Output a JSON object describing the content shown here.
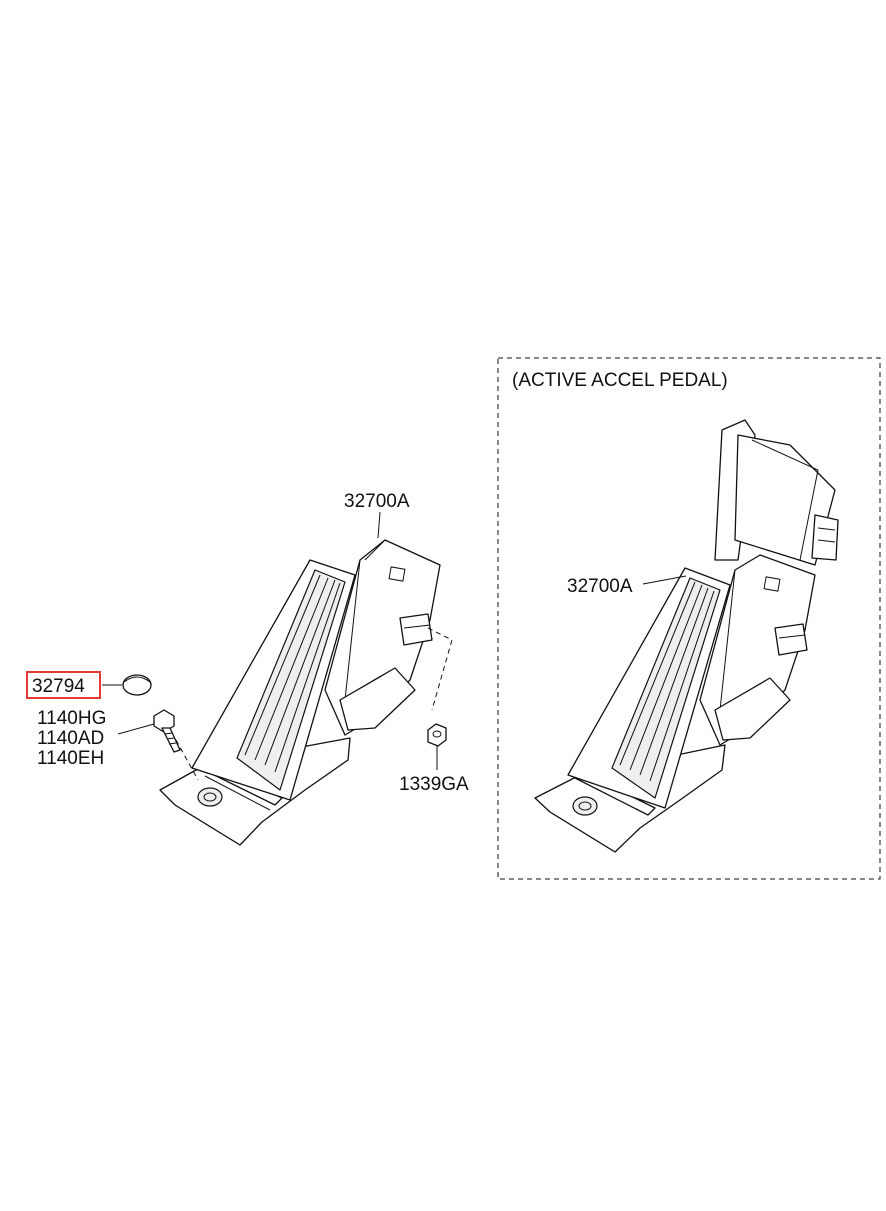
{
  "labels": {
    "insert_title": "(ACTIVE ACCEL PEDAL)",
    "pedal_assy_main": "32700A",
    "pedal_assy_active": "32700A",
    "cap": "32794",
    "bolt_1": "1140HG",
    "bolt_2": "1140AD",
    "bolt_3": "1140EH",
    "nut": "1339GA"
  },
  "colors": {
    "line": "#111111",
    "highlight_box": "#e53935",
    "background": "#ffffff"
  }
}
